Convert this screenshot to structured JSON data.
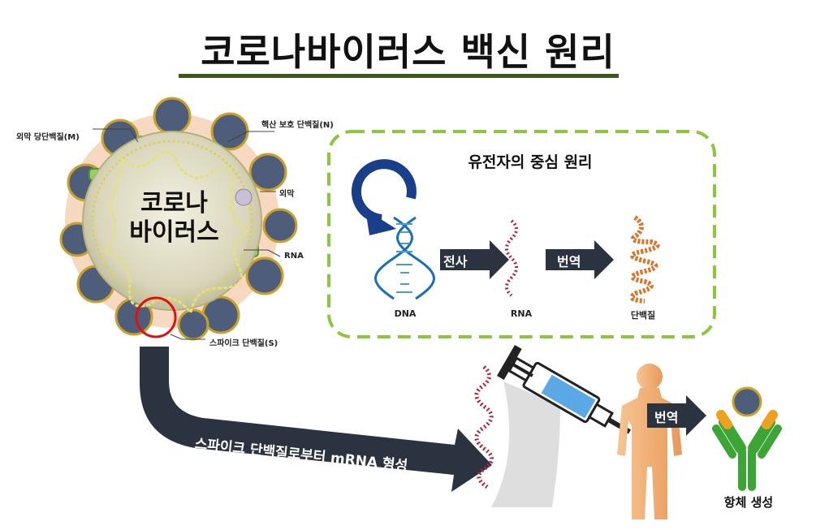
{
  "title": "코로나바이러스 백신 원리",
  "virus": {
    "center_label_line1": "코로나",
    "center_label_line2": "바이러스",
    "labels": {
      "membrane_glycoprotein": "외막 당단백질(M)",
      "nucleocapsid": "핵산 보호 단백질(N)",
      "envelope": "외막",
      "rna": "RNA",
      "spike": "스파이크 단백질(S)"
    }
  },
  "central_dogma": {
    "title": "유전자의 중심 원리",
    "replication_label": "복제",
    "transcription_label": "전사",
    "translation_label": "번역",
    "dna_caption": "DNA",
    "rna_caption": "RNA",
    "protein_caption": "단백질"
  },
  "vaccine_flow": {
    "arrow_label": "스파이크 단백질로부터 mRNA 형성",
    "translation_label": "번역",
    "antibody_caption": "항체 생성"
  },
  "colors": {
    "title_underline": "#3a5a1a",
    "dashed_border": "#8cc63f",
    "arrow_dark": "#2b3340",
    "highlight_circle": "#e01010",
    "dna_blue": "#1a6fb5",
    "rna_red": "#b0283a",
    "protein_orange": "#d9742a",
    "syringe_liquid": "#5aa9e6",
    "human_skin": "#f4b27a",
    "antibody_green": "#3da535",
    "antibody_orange": "#f0a020"
  }
}
